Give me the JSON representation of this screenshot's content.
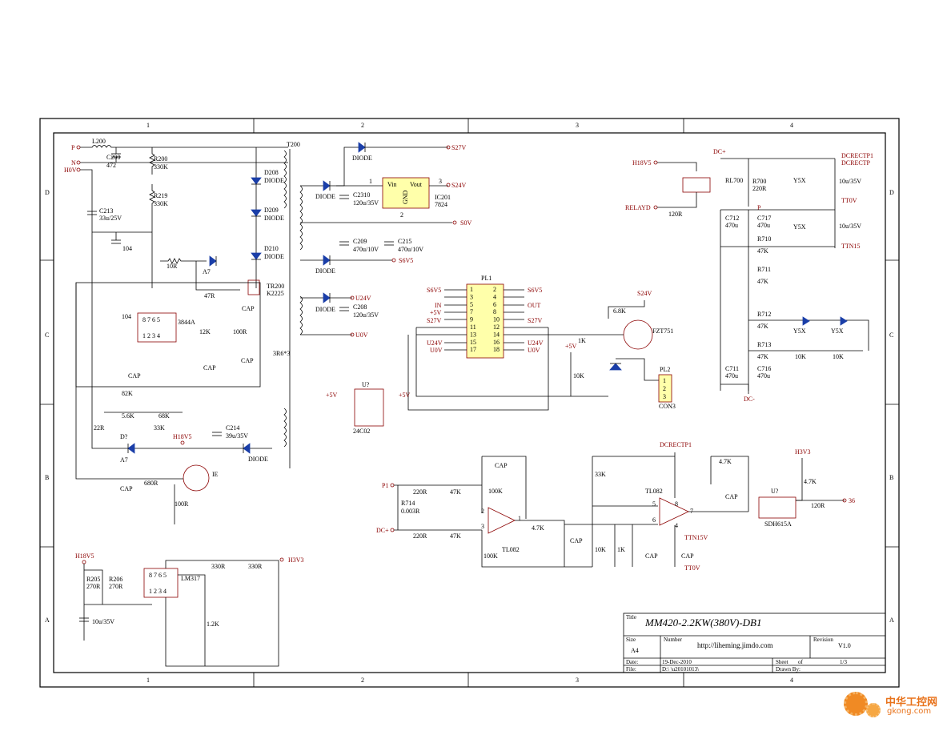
{
  "title_block": {
    "title_label": "Title",
    "title": "MM420-2.2KW(380V)-DB1",
    "size_label": "Size",
    "size": "A4",
    "number_label": "Number",
    "number": "http://liheming.jimdo.com",
    "revision_label": "Revision",
    "revision": "V1.0",
    "date_label": "Date:",
    "date": "19-Dec-2010",
    "sheet_label": "Sheet",
    "of_label": "of",
    "sheet": "1/3",
    "file_label": "File:",
    "file": "D:\\          \\u20101013\\",
    "drawn_label": "Drawn By:"
  },
  "grid": {
    "columns": [
      "1",
      "2",
      "3",
      "4"
    ],
    "rows": [
      "D",
      "C",
      "B",
      "A"
    ]
  },
  "watermark": {
    "text": "中华工控网",
    "sub": "gkong.com",
    "colors": {
      "accent": "#e8731c"
    }
  },
  "labels": {
    "p": "P",
    "n": "N",
    "h0v": "H0V",
    "l200": "L200",
    "c200": "C200",
    "c200v": "472",
    "r200": "R200",
    "r200v": "330K",
    "r219": "R219",
    "r219v": "330K",
    "c213": "C213",
    "c213v": "33u/25V",
    "c104a": "104",
    "c104b": "104",
    "t200": "T200",
    "d208": "D208",
    "d209": "D209",
    "d210": "D210",
    "diode": "DIODE",
    "tr200": "TR200",
    "k2225": "K2225",
    "cap": "CAP",
    "r10": "10R",
    "a7": "A7",
    "r47": "47R",
    "u3844": "3844A",
    "r12k": "12K",
    "r100": "100R",
    "r3r6": "3R6*3",
    "r82k": "82K",
    "r56k": "5.6K",
    "r68k": "68K",
    "r22": "22R",
    "r33k": "33K",
    "dq": "D?",
    "h18v5": "H18V5",
    "c214": "C214",
    "c214v": "39u/35V",
    "r680": "680R",
    "r100b": "100R",
    "ie": "IE",
    "s27v": "S27V",
    "s24v": "S24V",
    "s0v": "S0V",
    "s6v5": "S6V5",
    "u24v": "U24V",
    "u0v": "U0V",
    "c2310": "C2310",
    "c2310v": "120u/35V",
    "c209": "C209",
    "c209v": "470u/10V",
    "c215": "C215",
    "c215v": "470u/10V",
    "c208": "C208",
    "c208v": "120u/35V",
    "vin": "Vin",
    "vout": "Vout",
    "gnd": "GND",
    "ic201": "IC201",
    "ic201v": "7824",
    "pin1": "1",
    "pin2": "2",
    "pin3": "3",
    "pl1": "PL1",
    "in": "IN",
    "p5v": "+5V",
    "out": "OUT",
    "u24c02": "U?",
    "c24c02": "24C02",
    "r6k8": "6.8K",
    "fzt751": "FZT751",
    "r1k": "1K",
    "r10k": "10K",
    "pl2": "PL2",
    "con3": "CON3",
    "dcplus": "DC+",
    "dcminus": "DC-",
    "h18v5b": "H18V5",
    "relayd": "RELAYD",
    "r120": "120R",
    "rl700": "RL700",
    "r700": "R700",
    "r700v": "220R",
    "y5x": "Y5X",
    "dcrectp1": "DCRECTP1",
    "dcrectp": "DCRECTP",
    "tt0v": "TT0V",
    "ttn15": "TTN15",
    "c10u35": "10u/35V",
    "c712": "C712",
    "c717": "C717",
    "c470u": "470u",
    "r710": "R710",
    "r711": "R711",
    "r712": "R712",
    "r713": "R713",
    "r47k": "47K",
    "c711": "C711",
    "c716": "C716",
    "r10kb": "10K",
    "p1": "P1",
    "r220": "220R",
    "r714": "R714",
    "r714v": "0.003R",
    "tl082": "TL082",
    "r100k": "100K",
    "r4k7": "4.7K",
    "r33kb": "33K",
    "tt0v2": "TT0V",
    "ttn15v": "TTN15V",
    "h3v3": "H3V3",
    "sdh": "SDH615A",
    "u_opto": "U?",
    "n36": "36",
    "r205": "R205",
    "r206": "R206",
    "r270": "270R",
    "lm317": "LM317",
    "r330": "330R",
    "r1k2": "1.2K",
    "c10u35b": "10u/35V",
    "pl1pins": [
      "1",
      "2",
      "3",
      "4",
      "5",
      "6",
      "7",
      "8",
      "9",
      "10",
      "11",
      "12",
      "13",
      "14",
      "15",
      "16",
      "17",
      "18"
    ]
  }
}
